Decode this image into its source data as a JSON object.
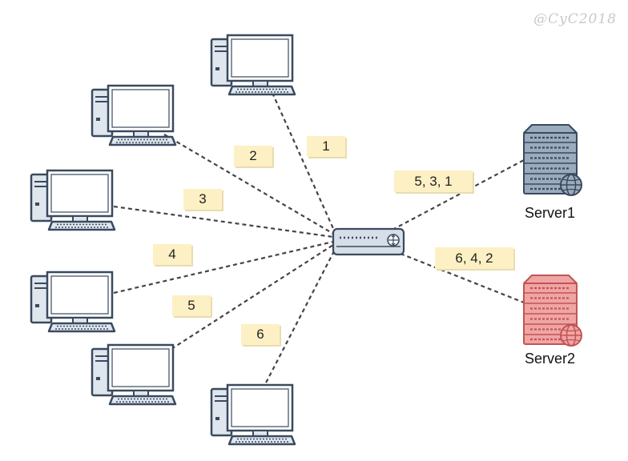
{
  "watermark": "@CyC2018",
  "colors": {
    "monitor_stroke": "#3a4a5e",
    "pc_fill": "#dfe6ee",
    "link": "#444444",
    "note_bg": "#fdf0c4",
    "server1": "#9aabbd",
    "server2": "#f0a5a5"
  },
  "icons": {
    "client": "desktop-computer-icon",
    "hub": "network-switch-icon",
    "server": "server-rack-icon",
    "globe": "globe-icon"
  },
  "clients": [
    {
      "id": "1",
      "label": "1"
    },
    {
      "id": "2",
      "label": "2"
    },
    {
      "id": "3",
      "label": "3"
    },
    {
      "id": "4",
      "label": "4"
    },
    {
      "id": "5",
      "label": "5"
    },
    {
      "id": "6",
      "label": "6"
    }
  ],
  "servers": [
    {
      "name": "Server1",
      "link_label": "5, 3, 1"
    },
    {
      "name": "Server2",
      "link_label": "6, 4, 2"
    }
  ]
}
